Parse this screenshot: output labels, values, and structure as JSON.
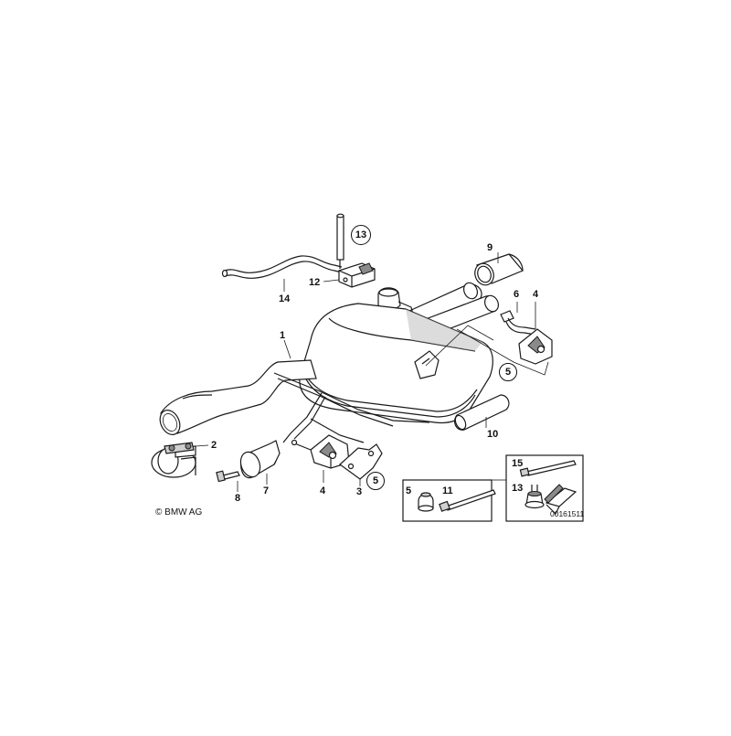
{
  "diagram": {
    "parts": [
      {
        "id": "p1",
        "label": "1"
      },
      {
        "id": "p2",
        "label": "2"
      },
      {
        "id": "p3",
        "label": "3"
      },
      {
        "id": "p4a",
        "label": "4"
      },
      {
        "id": "p4b",
        "label": "4"
      },
      {
        "id": "p5a",
        "label": "5"
      },
      {
        "id": "p5b",
        "label": "5"
      },
      {
        "id": "p5c",
        "label": "5"
      },
      {
        "id": "p6",
        "label": "6"
      },
      {
        "id": "p7",
        "label": "7"
      },
      {
        "id": "p8",
        "label": "8"
      },
      {
        "id": "p9",
        "label": "9"
      },
      {
        "id": "p10",
        "label": "10"
      },
      {
        "id": "p11",
        "label": "11"
      },
      {
        "id": "p12",
        "label": "12"
      },
      {
        "id": "p13a",
        "label": "13"
      },
      {
        "id": "p13b",
        "label": "13"
      },
      {
        "id": "p14",
        "label": "14"
      },
      {
        "id": "p15",
        "label": "15"
      }
    ],
    "copyright": "© BMW AG",
    "diagram_id": "00161511"
  }
}
